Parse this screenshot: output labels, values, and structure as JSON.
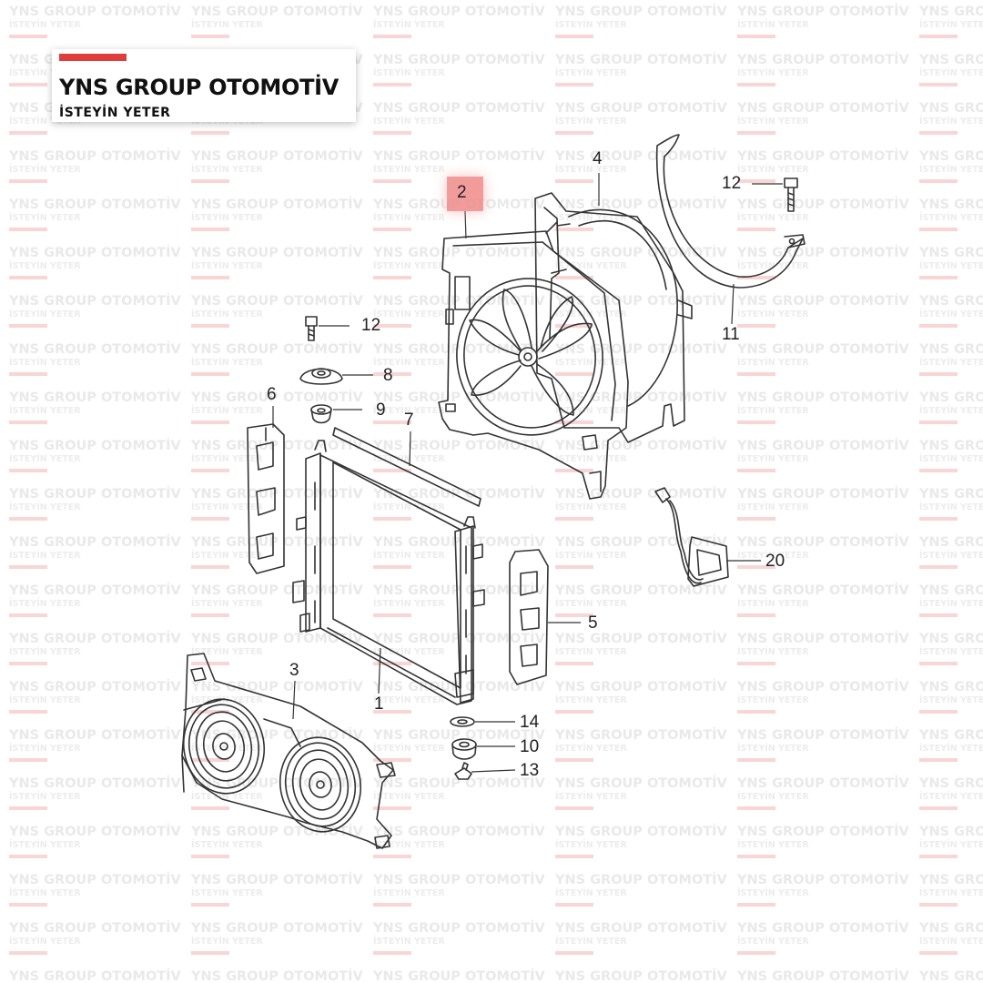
{
  "brand": {
    "title": "YNS GROUP OTOMOTİV",
    "subtitle": "İSTEYİN YETER",
    "accent_color": "#e03c3c"
  },
  "watermark": {
    "title": "YNS GROUP OTOMOTİV",
    "subtitle": "İSTEYİN YETER"
  },
  "highlight_color": "#f08a8a",
  "callouts": [
    {
      "id": "c2",
      "label": "2",
      "highlighted": true
    },
    {
      "id": "c4",
      "label": "4"
    },
    {
      "id": "c12a",
      "label": "12"
    },
    {
      "id": "c11",
      "label": "11"
    },
    {
      "id": "c12b",
      "label": "12"
    },
    {
      "id": "c8",
      "label": "8"
    },
    {
      "id": "c9",
      "label": "9"
    },
    {
      "id": "c6",
      "label": "6"
    },
    {
      "id": "c7",
      "label": "7"
    },
    {
      "id": "c20",
      "label": "20"
    },
    {
      "id": "c5",
      "label": "5"
    },
    {
      "id": "c3",
      "label": "3"
    },
    {
      "id": "c1",
      "label": "1"
    },
    {
      "id": "c14",
      "label": "14"
    },
    {
      "id": "c10",
      "label": "10"
    },
    {
      "id": "c13",
      "label": "13"
    }
  ]
}
